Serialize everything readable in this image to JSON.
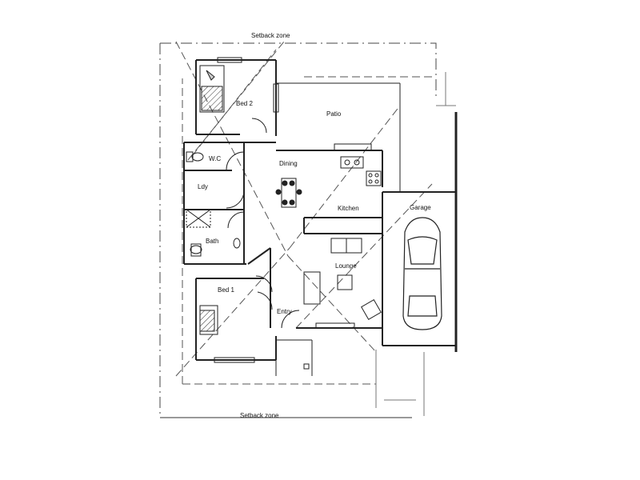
{
  "labels": {
    "setback_top": "Setback zone",
    "setback_bottom": "Setback zone",
    "bed2": "Bed 2",
    "patio": "Patio",
    "wc": "W.C",
    "dining": "Dining",
    "ldy": "Ldy",
    "kitchen": "Kitchen",
    "garage": "Garage",
    "bath": "Bath",
    "lounge": "Lounge",
    "bed1": "Bed 1",
    "entry": "Entry"
  }
}
